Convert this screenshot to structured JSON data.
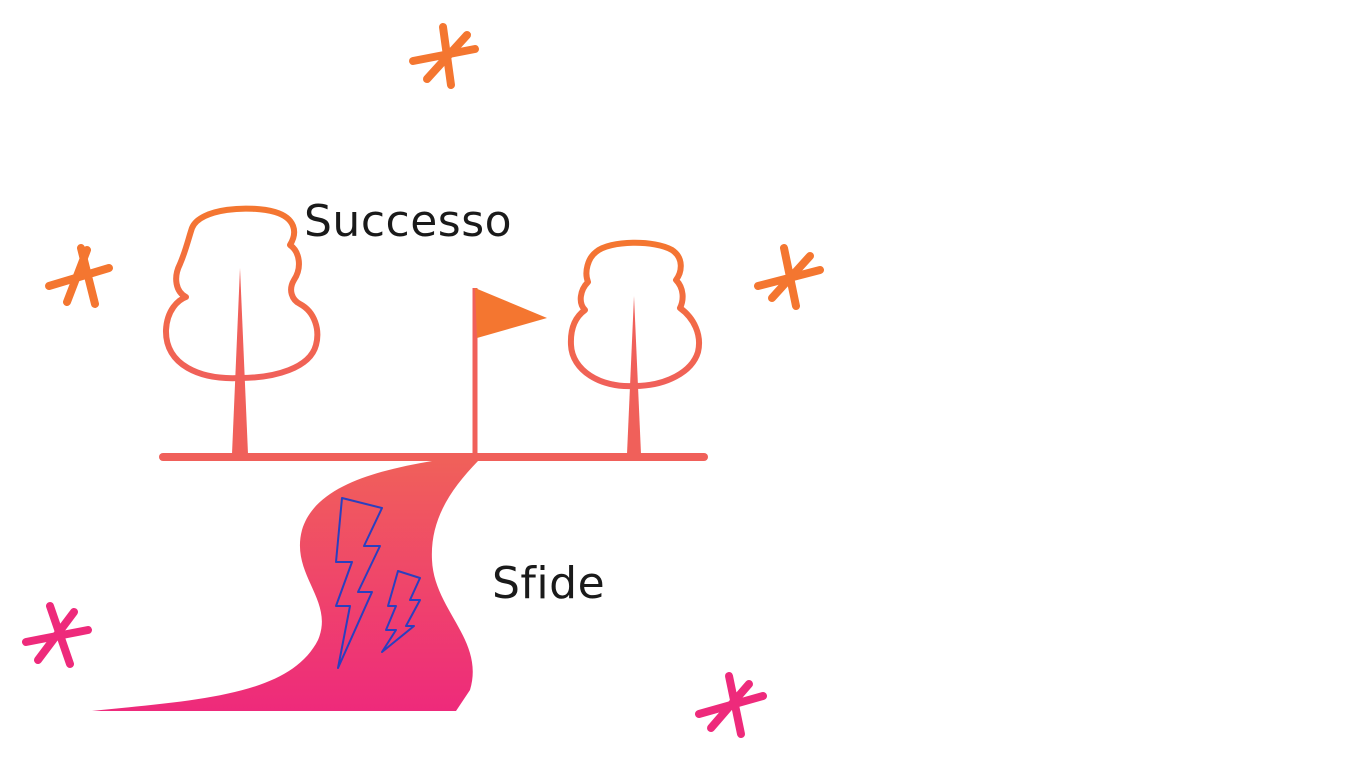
{
  "labels": {
    "top": "Successo",
    "bottom": "Sfide"
  },
  "colors": {
    "orange": "#f47630",
    "coral": "#f0605a",
    "pink": "#ee2a7b",
    "bolt": "#2a3fbf",
    "text": "#1a1a1a"
  },
  "icons": {
    "tree": "tree-icon",
    "flag": "flag-icon",
    "path": "winding-path",
    "bolt": "lightning-bolt-icon",
    "sparkle": "asterisk-icon"
  }
}
